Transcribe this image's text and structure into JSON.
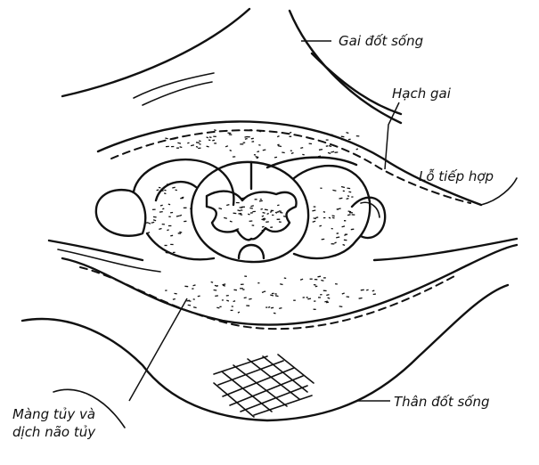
{
  "labels": {
    "spinous_process": "Gai đốt sống",
    "spinal_ganglion": "Hạch gai",
    "intervertebral_foramen": "Lỗ tiếp hợp",
    "vertebral_body": "Thân đốt sống",
    "meninges_line1": "Màng tủy và",
    "meninges_line2": "dịch não tủy"
  },
  "colors": {
    "ink": "#111111",
    "paper": "#ffffff"
  }
}
